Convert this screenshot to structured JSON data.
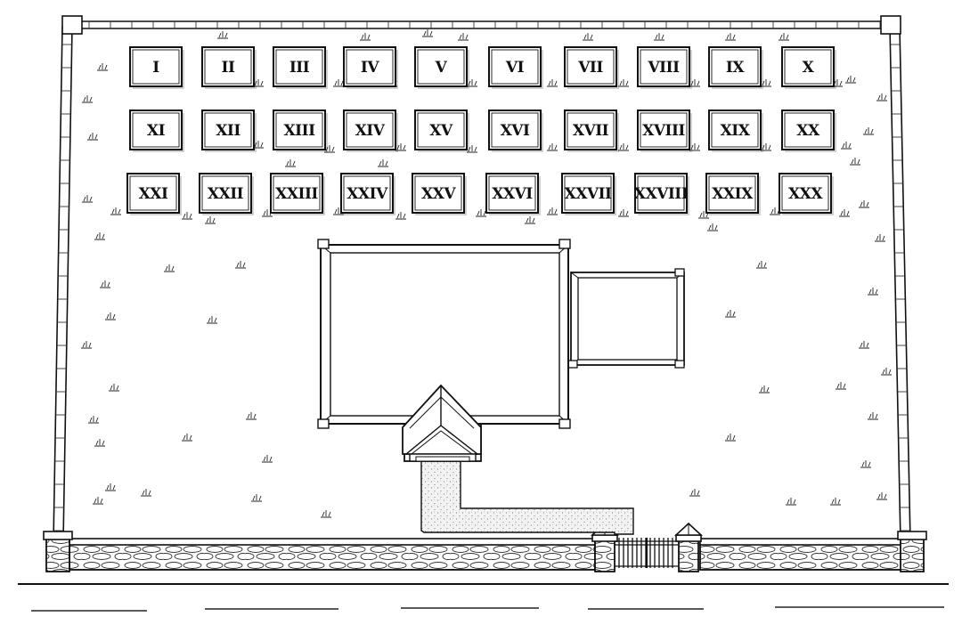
{
  "plots": [
    "I",
    "II",
    "III",
    "IV",
    "V",
    "VI",
    "VII",
    "VIII",
    "IX",
    "X",
    "XI",
    "XII",
    "XIII",
    "XIV",
    "XV",
    "XVI",
    "XVII",
    "XVIII",
    "XIX",
    "XX",
    "XXI",
    "XXII",
    "XXIII",
    "XXIV",
    "XXV",
    "XXVI",
    "XXVII",
    "XXVIII",
    "XXIX",
    "XXX"
  ],
  "colors": {
    "ink": "#111111",
    "paper": "#ffffff",
    "path": "#f3f3f3"
  }
}
